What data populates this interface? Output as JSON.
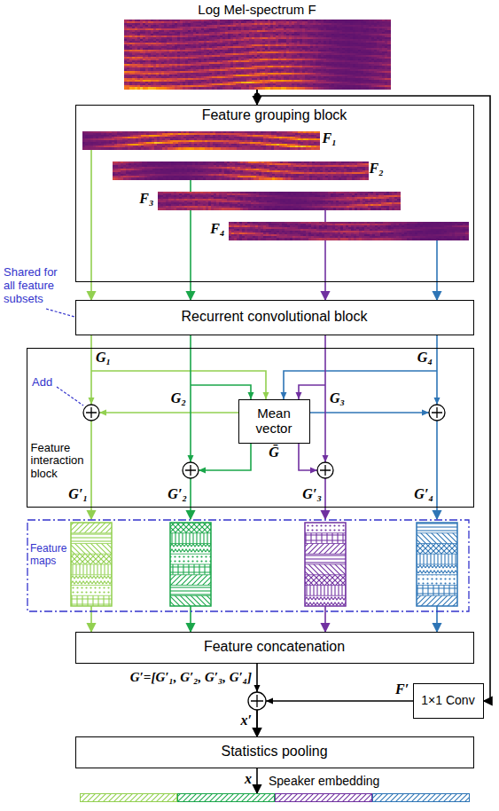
{
  "diagram": {
    "nodes": [
      {
        "text": [
          "Log Mel-spectrum F"
        ]
      },
      {
        "text": [
          "Feature grouping block"
        ]
      },
      {
        "text": [
          "F₁"
        ],
        "in": 1
      },
      {
        "text": [
          "F₂"
        ],
        "in": 1
      },
      {
        "text": [
          "F₃"
        ],
        "in": 1
      },
      {
        "text": [
          "F₄"
        ],
        "in": 1
      },
      {
        "text": [
          "Recurrent convolutional block"
        ]
      },
      {
        "text": [
          "Feature interaction block"
        ]
      },
      {
        "text": [
          "Mean vector",
          "Ḡ"
        ],
        "in": 7
      },
      {
        "text": [
          "Feature maps"
        ]
      },
      {
        "text": [
          "Feature concatenation"
        ]
      },
      {
        "text": [
          "1×1 Conv"
        ]
      },
      {
        "text": [
          "Statistics pooling"
        ]
      },
      {
        "text": [
          "Speaker embedding"
        ]
      }
    ],
    "edges": [
      {
        "from": 0,
        "to": 1,
        "arrow": "to"
      },
      {
        "from": 2,
        "to": 6,
        "arrow": "to"
      },
      {
        "from": 3,
        "to": 6,
        "arrow": "to"
      },
      {
        "from": 4,
        "to": 6,
        "arrow": "to"
      },
      {
        "from": 5,
        "to": 6,
        "arrow": "to"
      },
      {
        "from": 6,
        "to": 7,
        "arrow": "none"
      },
      {
        "from": 6,
        "to": 7,
        "arrow": "none"
      },
      {
        "from": 6,
        "to": 7,
        "arrow": "none"
      },
      {
        "from": 6,
        "to": 7,
        "arrow": "none"
      },
      {
        "from": 7,
        "to": 9,
        "arrow": "to"
      },
      {
        "from": 7,
        "to": 9,
        "arrow": "to"
      },
      {
        "from": 7,
        "to": 9,
        "arrow": "to"
      },
      {
        "from": 7,
        "to": 9,
        "arrow": "to"
      },
      {
        "from": 9,
        "to": 10,
        "arrow": "to"
      },
      {
        "from": 9,
        "to": 10,
        "arrow": "to"
      },
      {
        "from": 9,
        "to": 10,
        "arrow": "to"
      },
      {
        "from": 9,
        "to": 10,
        "arrow": "to"
      },
      {
        "from": 10,
        "to": 12,
        "arrow": "to"
      },
      {
        "from": 0,
        "to": 11,
        "arrow": "to"
      },
      {
        "from": 11,
        "to": 12,
        "arrow": "to"
      },
      {
        "from": 12,
        "to": 13,
        "arrow": "to"
      }
    ],
    "labels": [
      "Shared for all feature subsets",
      "G₁",
      "G₂",
      "G₃",
      "G₄",
      "Add",
      "G′₁",
      "G′₂",
      "G′₃",
      "G′₄",
      "G′=[G′₁, G′₂, G′₃, G′₄]",
      "F′",
      "x′",
      "x"
    ]
  }
}
